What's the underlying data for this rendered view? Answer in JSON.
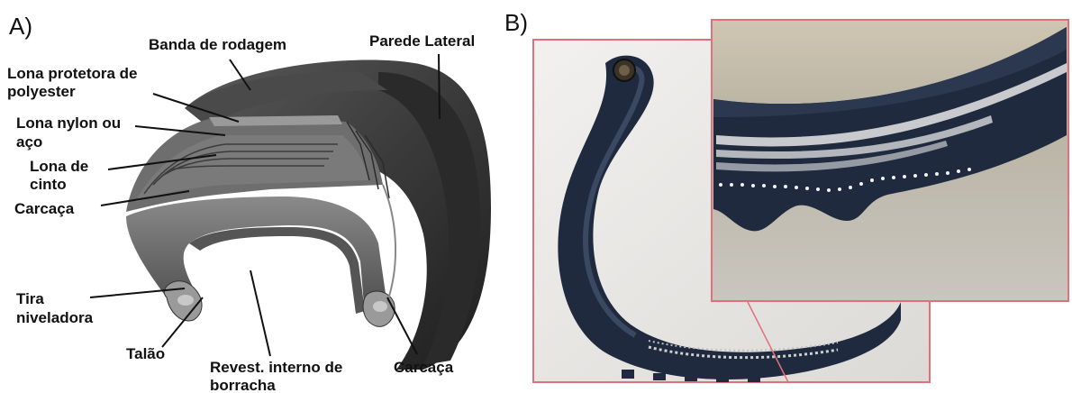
{
  "panel_a": {
    "letter": "A)",
    "labels": {
      "banda": "Banda de rodagem",
      "parede": "Parede Lateral",
      "lona_protetora_1": "Lona protetora de",
      "lona_protetora_2": "polyester",
      "lona_nylon_1": "Lona nylon ou",
      "lona_nylon_2": "aço",
      "lona_cinto_1": "Lona de",
      "lona_cinto_2": "cinto",
      "carcaca_left": "Carcaça",
      "tira_1": "Tira",
      "tira_2": "niveladora",
      "talao": "Talão",
      "revest_1": "Revest. interno de",
      "revest_2": "borracha",
      "carcaca_right": "Carcaça"
    }
  },
  "panel_b": {
    "letter": "B)"
  },
  "colors": {
    "tire_dark": "#2f2f2f",
    "tire_mid": "#6a6a6a",
    "frame_red": "#e0707a",
    "photo_bg": "#e9e8e6",
    "rubber_blue": "#1f2a3f"
  }
}
